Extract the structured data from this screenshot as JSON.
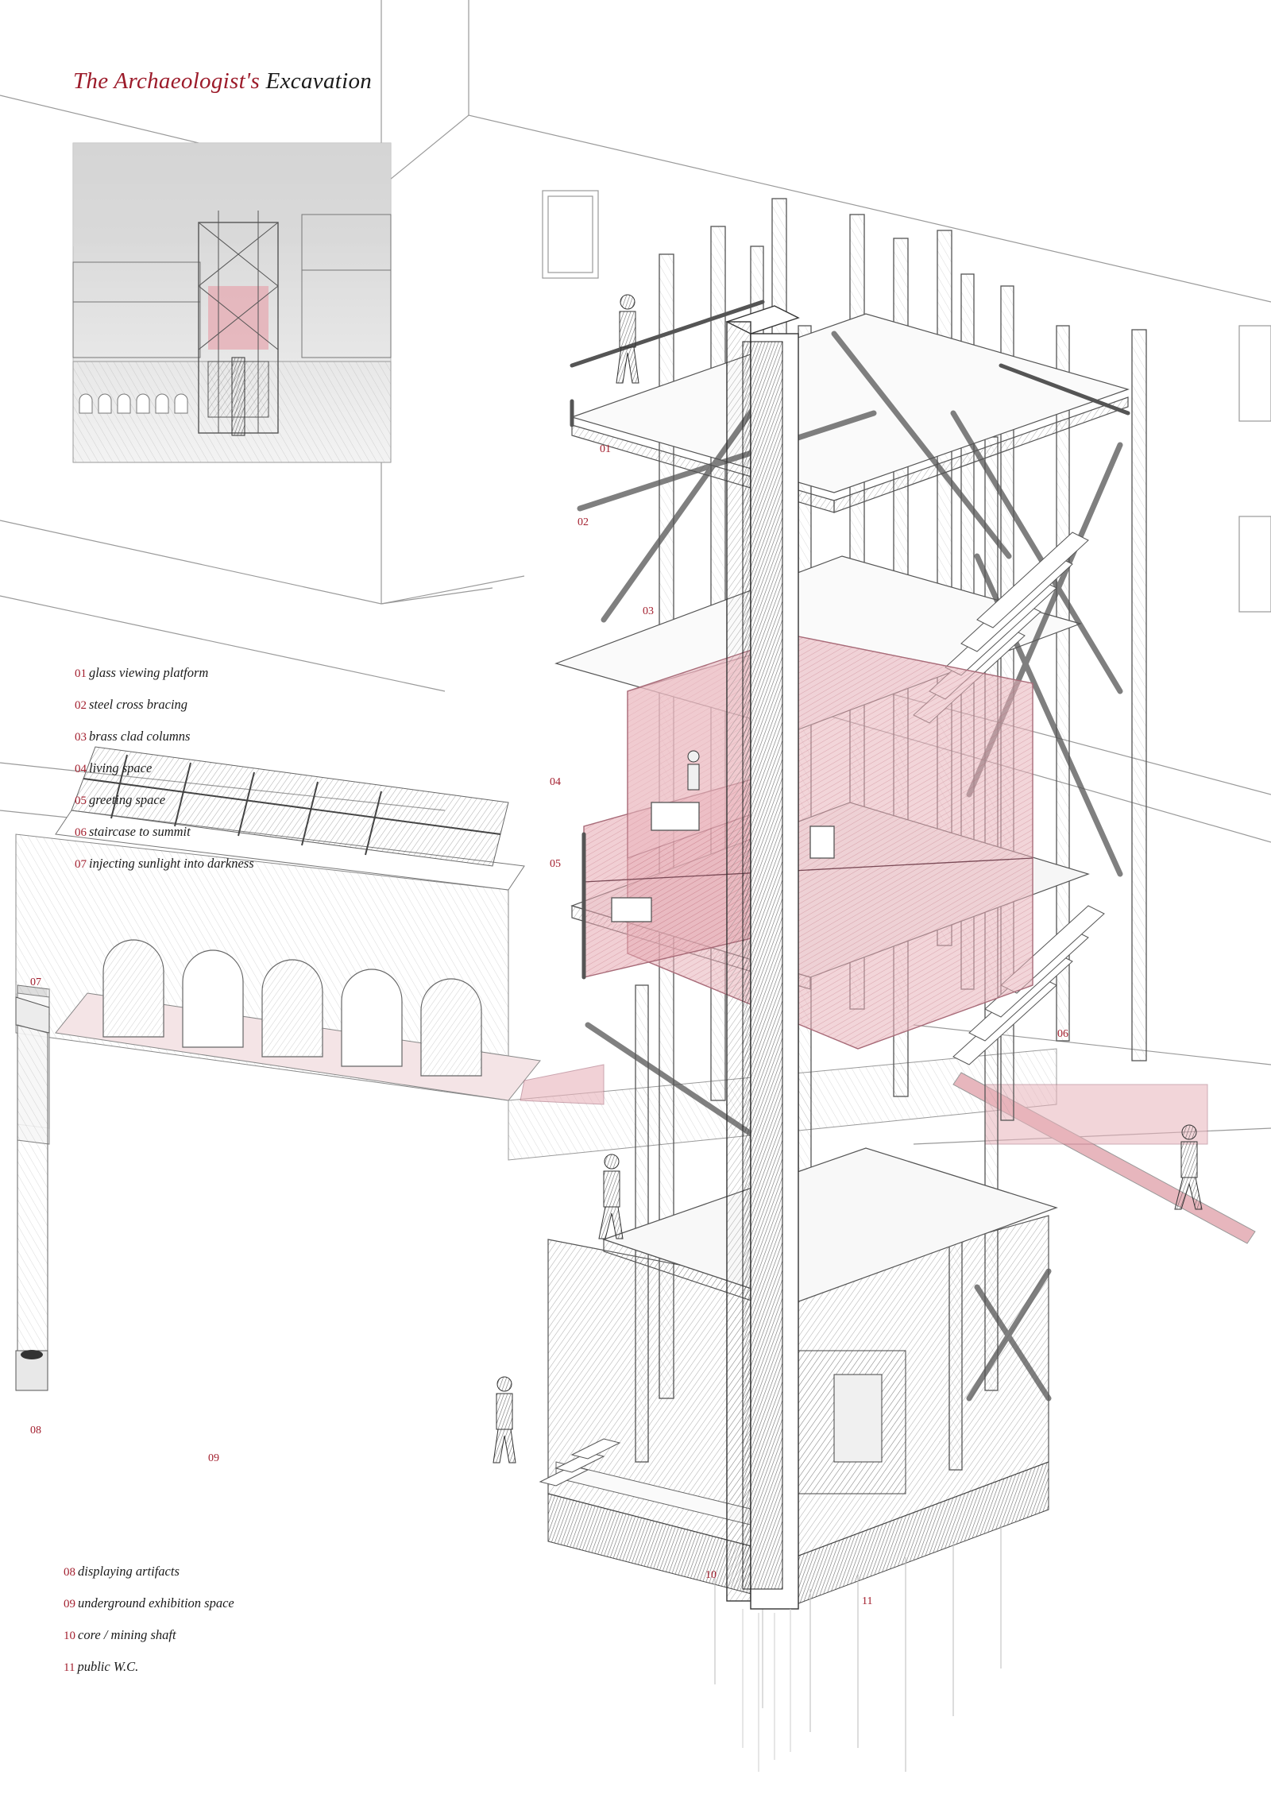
{
  "title": {
    "accent_part": "The Archaeologist's",
    "main_part": "Excavation"
  },
  "legend_top": [
    {
      "num": "01",
      "text": "glass viewing platform"
    },
    {
      "num": "02",
      "text": "steel cross bracing"
    },
    {
      "num": "03",
      "text": "brass clad columns"
    },
    {
      "num": "04",
      "text": "living space"
    },
    {
      "num": "05",
      "text": "greeting space"
    },
    {
      "num": "06",
      "text": "staircase to summit"
    },
    {
      "num": "07",
      "text": "injecting sunlight into darkness"
    }
  ],
  "legend_bottom": [
    {
      "num": "08",
      "text": "displaying artifacts"
    },
    {
      "num": "09",
      "text": "underground exhibition space"
    },
    {
      "num": "10",
      "text": "core / mining shaft"
    },
    {
      "num": "11",
      "text": "public W.C."
    }
  ],
  "callouts": [
    "01",
    "02",
    "03",
    "04",
    "05",
    "06",
    "07",
    "08",
    "09",
    "10",
    "11"
  ],
  "colors": {
    "accent_red": "#a3202f",
    "pink_fill": "#e9b3bb",
    "pencil": "#4a4a4a"
  }
}
